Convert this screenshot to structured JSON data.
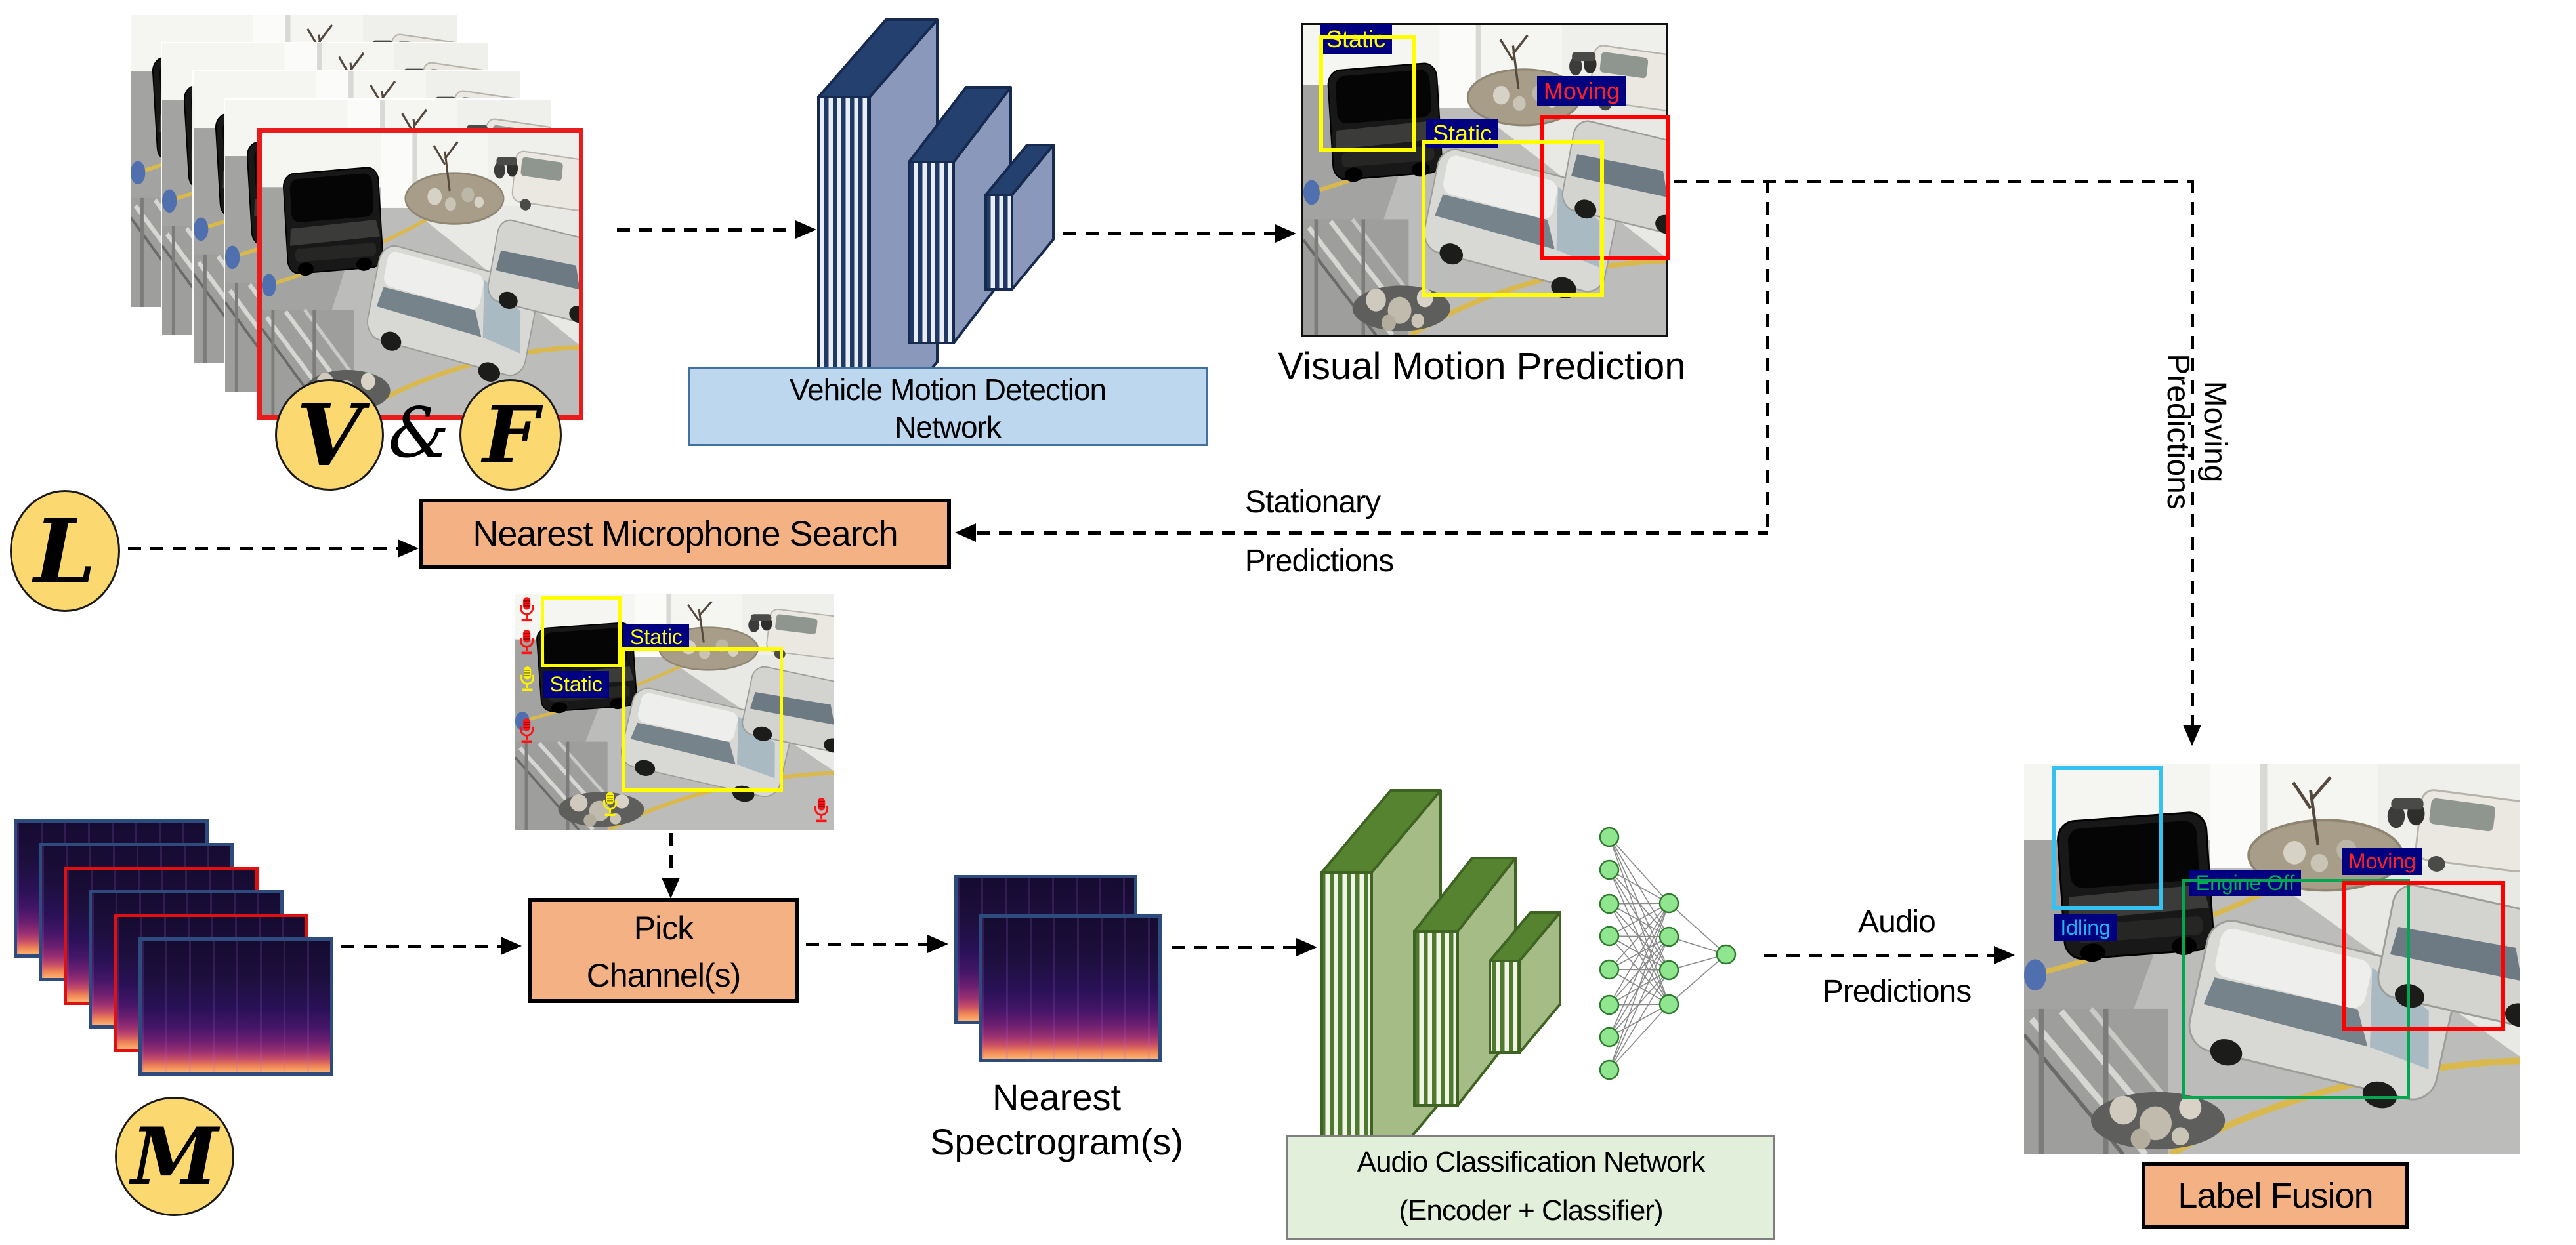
{
  "inputs": {
    "v": "V",
    "amp": "&",
    "f": "F",
    "l": "L",
    "m": "M"
  },
  "vmd_box": {
    "line1": "Vehicle Motion Detection",
    "line2": "Network"
  },
  "vmp": {
    "caption": "Visual Motion Prediction",
    "static1": "Static",
    "static2": "Static",
    "moving": "Moving"
  },
  "nms": {
    "label": "Nearest Microphone Search"
  },
  "mic_img": {
    "static1": "Static",
    "static2": "Static"
  },
  "pick": {
    "line1": "Pick",
    "line2": "Channel(s)"
  },
  "spec": {
    "line1": "Nearest",
    "line2": "Spectrogram(s)"
  },
  "acn_box": {
    "line1": "Audio Classification Network",
    "line2": "(Encoder + Classifier)"
  },
  "fusion": {
    "label": "Label Fusion",
    "idling": "Idling",
    "engine_off": "Engine Off",
    "moving": "Moving"
  },
  "edges": {
    "stationary1": "Stationary",
    "stationary2": "Predictions",
    "moving1": "Moving",
    "moving2": "Predictions",
    "audio1": "Audio",
    "audio2": "Predictions"
  },
  "colors": {
    "accent_orange": "#F4B183",
    "accent_blue": "#BDD7EE",
    "accent_green": "#E2EFDA",
    "circle_yellow": "#FBD870",
    "chip_bg_navy": "#000080",
    "chip_yellow": "#FFFF00",
    "chip_red": "#FF2020",
    "chip_cyan": "#1FB4F0",
    "chip_green": "#00B050",
    "cnn_blue_dark": "#1F3864",
    "cnn_green_dark": "#4F7A2E",
    "nn_node_green": "#8FE68F",
    "bbox_yellow": "#FFFF00",
    "bbox_red": "#FF0000",
    "bbox_cyan": "#35C2F2",
    "bbox_green": "#00A650",
    "spectrogram_border": "#2E4B7E",
    "mic_red": "#FF1212",
    "mic_yellow": "#FFF200"
  }
}
